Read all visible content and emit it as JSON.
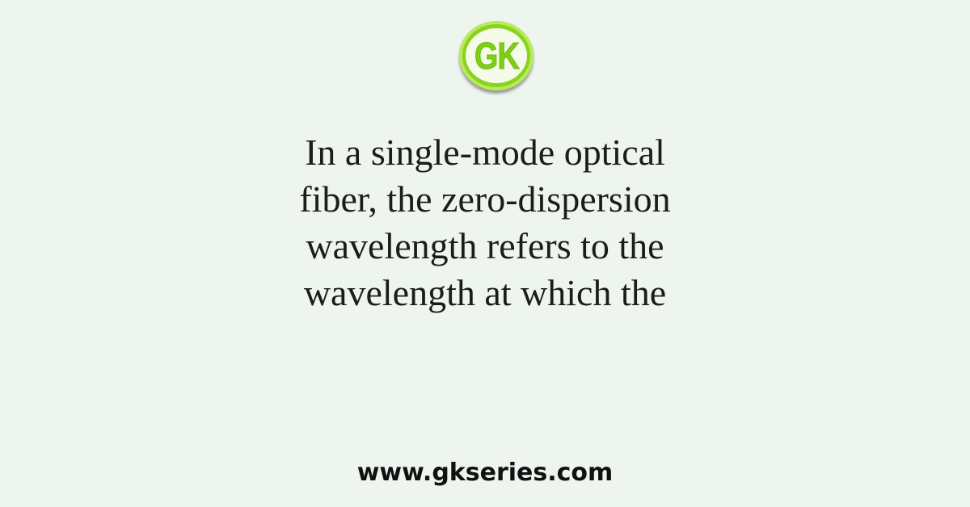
{
  "logo": {
    "text": "GK",
    "colors": {
      "ring": "#8ad31d",
      "text": "#7fcf14"
    }
  },
  "question": {
    "lines": [
      "In a single-mode optical",
      "fiber, the zero-dispersion",
      "wavelength refers to the",
      "wavelength at which the"
    ]
  },
  "footer": {
    "url": "www.gkseries.com"
  },
  "colors": {
    "background": "#eef5ee",
    "text": "#1c1c1c"
  }
}
